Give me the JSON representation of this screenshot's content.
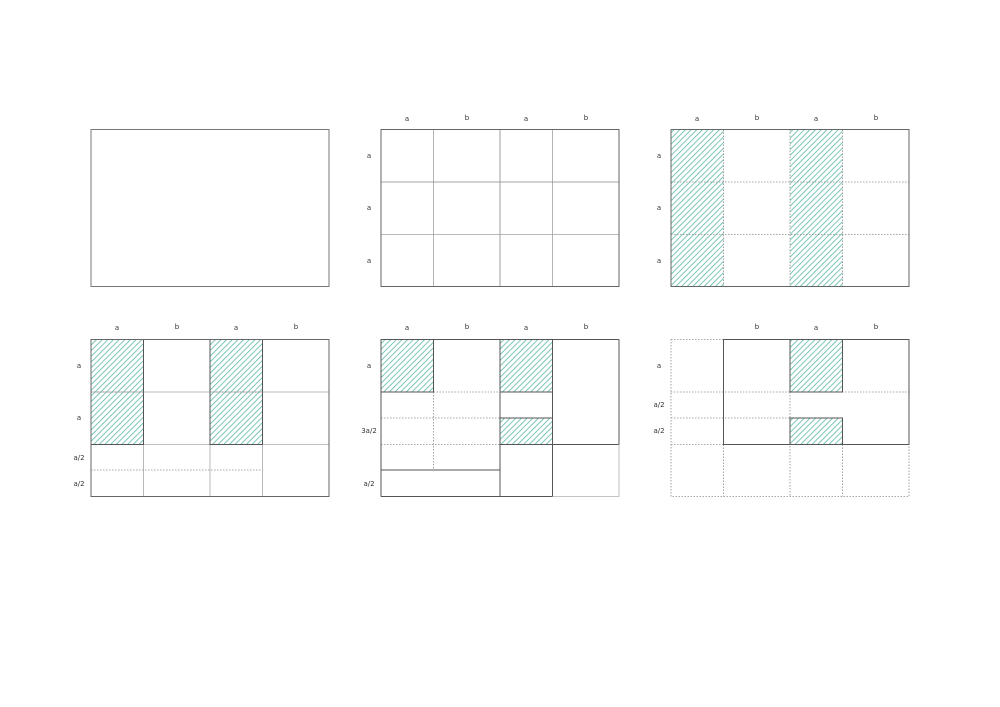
{
  "colors": {
    "stroke_solid": "#555555",
    "stroke_light": "#a0a0a0",
    "stroke_dotted": "#8a8a8a",
    "hatch": "#5bb8a6",
    "background": "#ffffff"
  },
  "dimension_labels": {
    "a": "a",
    "b": "b",
    "a_half": "a/2",
    "three_a_half": "3a/2"
  },
  "panels": [
    {
      "id": "panel-1",
      "description": "Empty rectangle",
      "column_labels": [],
      "row_labels": []
    },
    {
      "id": "panel-2",
      "description": "4x3 grid with columns a,b,a,b and rows a,a,a",
      "column_labels": [
        "a",
        "b",
        "a",
        "b"
      ],
      "row_labels": [
        "a",
        "a",
        "a"
      ]
    },
    {
      "id": "panel-3",
      "description": "Grid with hatched full-height a columns, dotted row lines",
      "column_labels": [
        "a",
        "b",
        "a",
        "b"
      ],
      "row_labels": [
        "a",
        "a",
        "a"
      ]
    },
    {
      "id": "panel-4",
      "description": "Hatched a columns over two rows, bottom rows split a/2",
      "column_labels": [
        "a",
        "b",
        "a",
        "b"
      ],
      "row_labels": [
        "a",
        "a",
        "a/2",
        "a/2"
      ]
    },
    {
      "id": "panel-5",
      "description": "Mixed subdivision with 3a/2 and a/2 rows",
      "column_labels": [
        "a",
        "b",
        "a",
        "b"
      ],
      "row_labels": [
        "a",
        "3a/2",
        "a/2"
      ]
    },
    {
      "id": "panel-6",
      "description": "Dotted outer grid with solid central block, hatched a column pieces",
      "column_labels": [
        "b",
        "a",
        "b"
      ],
      "row_labels": [
        "a",
        "a/2",
        "a/2"
      ]
    }
  ]
}
